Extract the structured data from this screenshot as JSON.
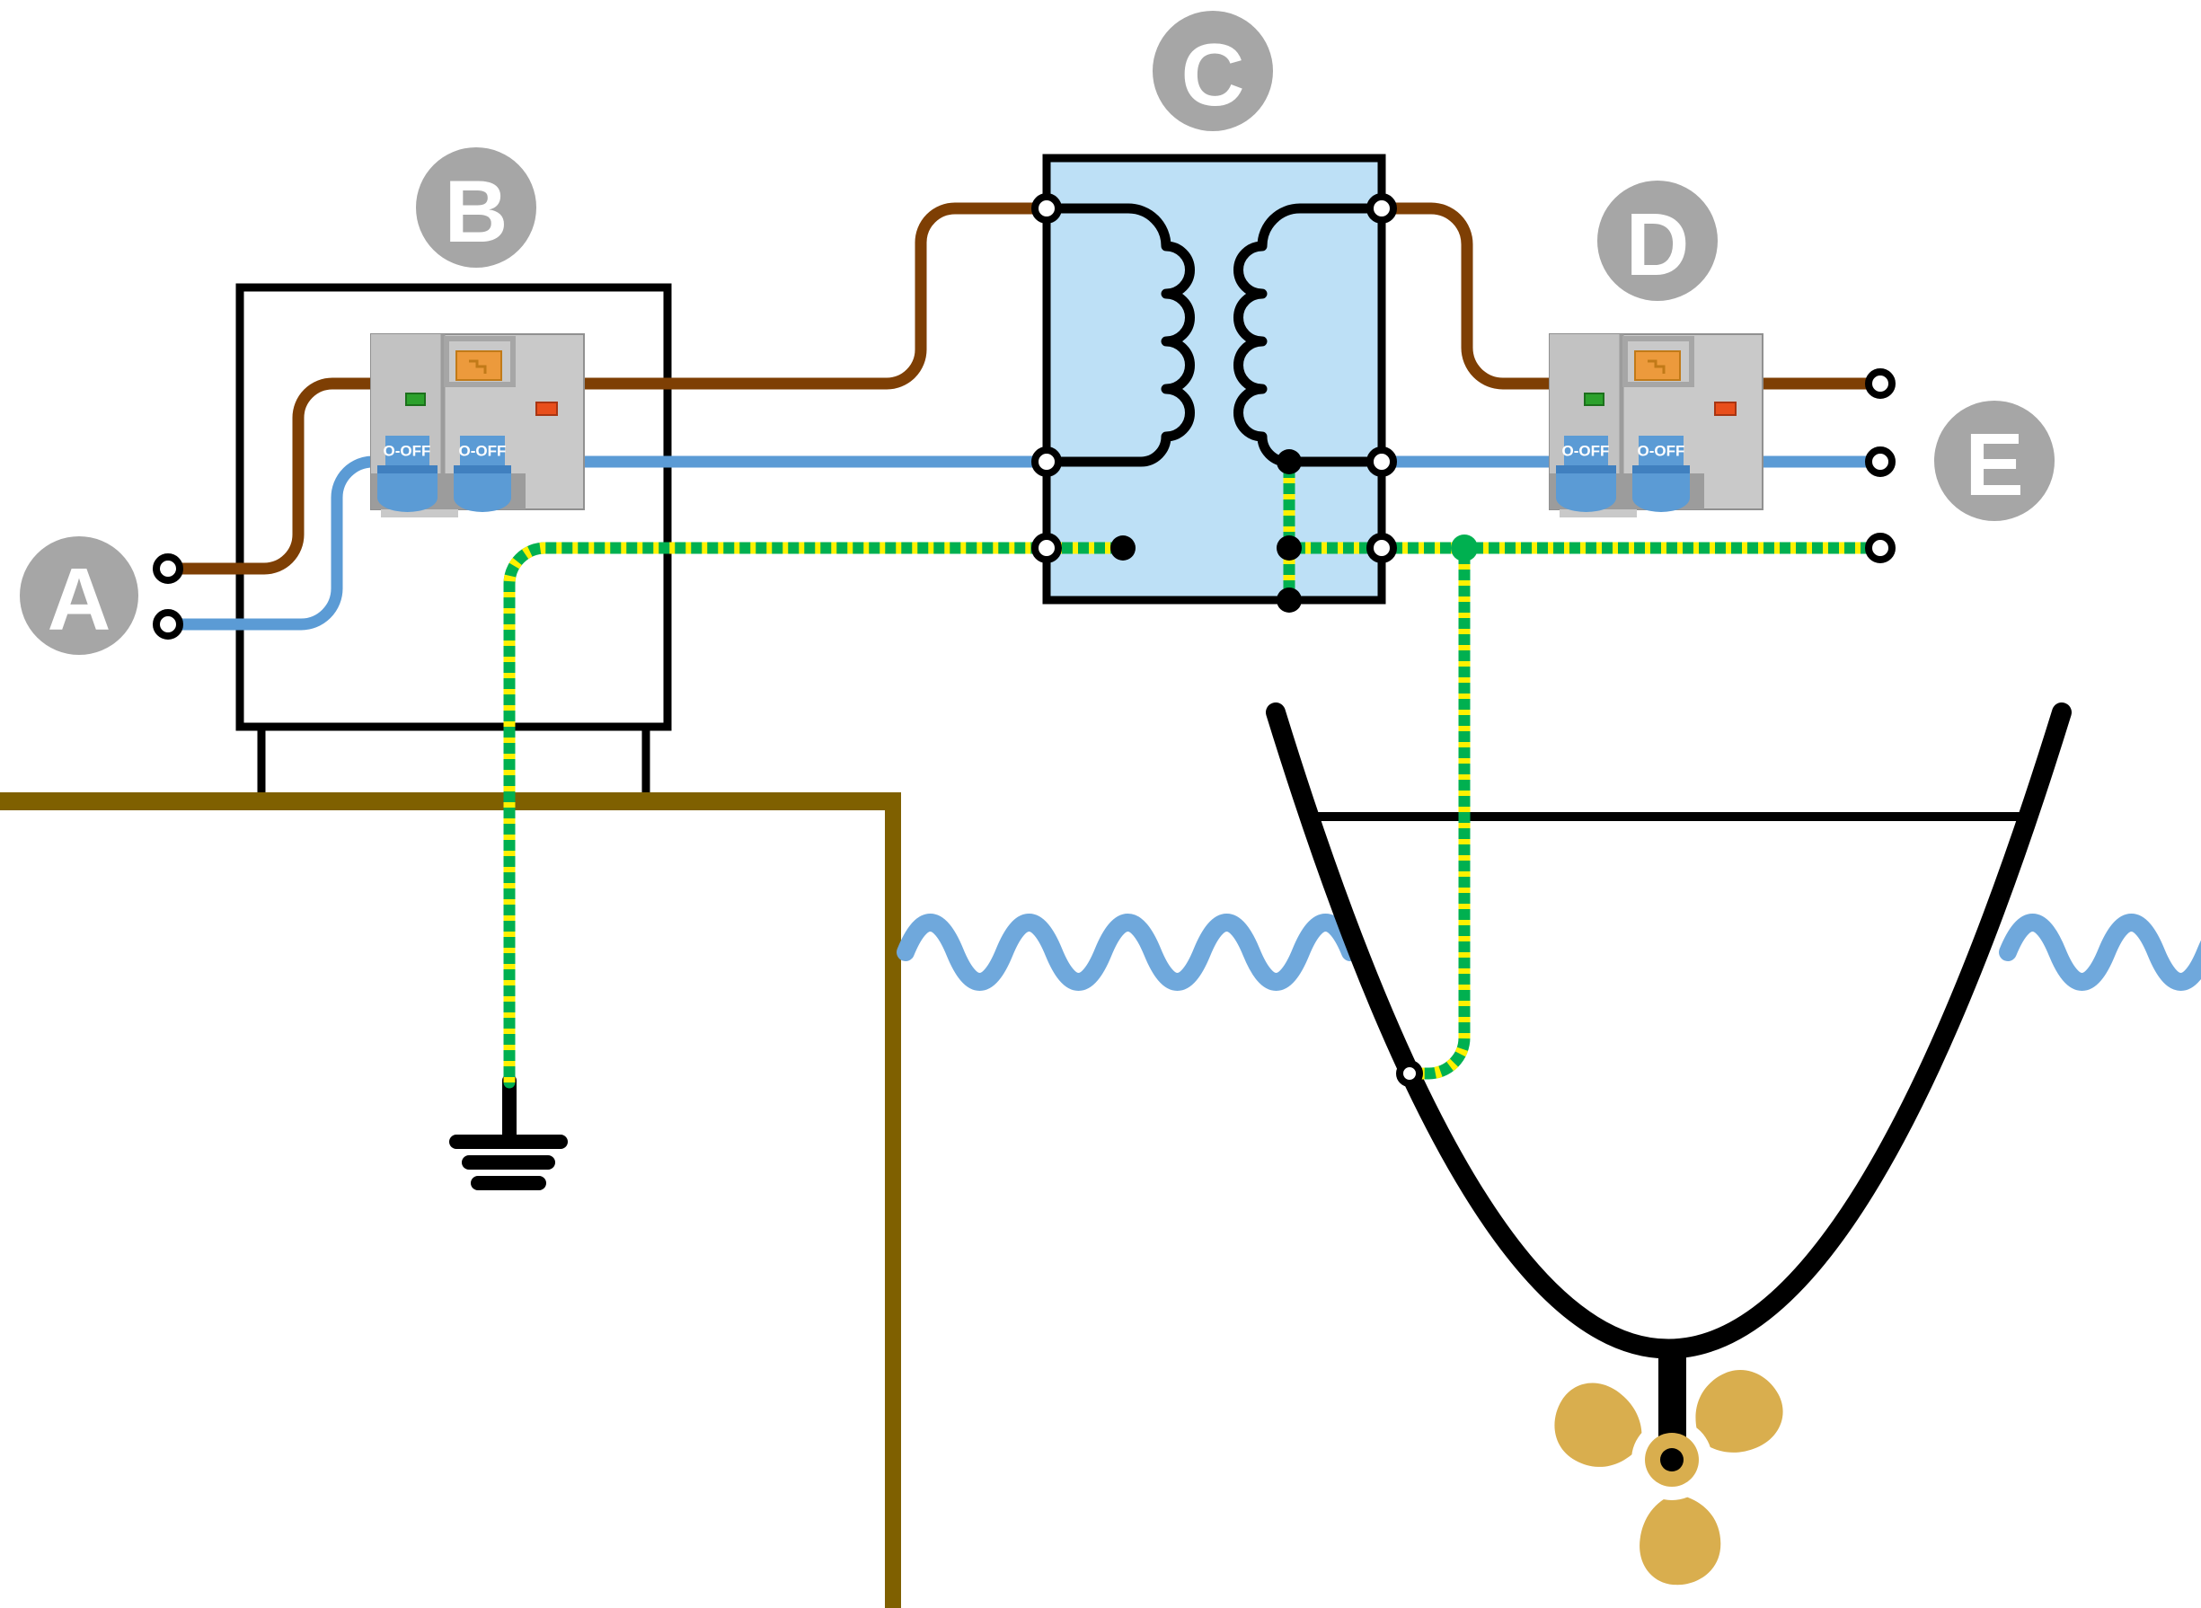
{
  "labels": {
    "a": "A",
    "b": "B",
    "c": "C",
    "d": "D",
    "e": "E"
  },
  "breaker_switch_label": "O-OFF",
  "palette": {
    "brown": "#7E3F04",
    "blue": "#5B9BD5",
    "green": "#00B050",
    "yellow": "#FFF100",
    "olive": "#7F6000",
    "gold": "#D9AE4E",
    "lightblue": "#BDE0F6",
    "wave": "#6FA8DC",
    "label_gray": "#A6A6A6",
    "panel": "#C9C9C9",
    "panel_module": "#C2C2C2",
    "panel_dark": "#9C9C9C",
    "panel_frame": "#A6A6A6",
    "orange": "#EC9A3C",
    "orange_dark": "#C17A18",
    "red": "#E84E1B",
    "led_green": "#2CA12C",
    "switch_blue": "#5B9BD5",
    "switch_blue_dark": "#4080BF"
  }
}
